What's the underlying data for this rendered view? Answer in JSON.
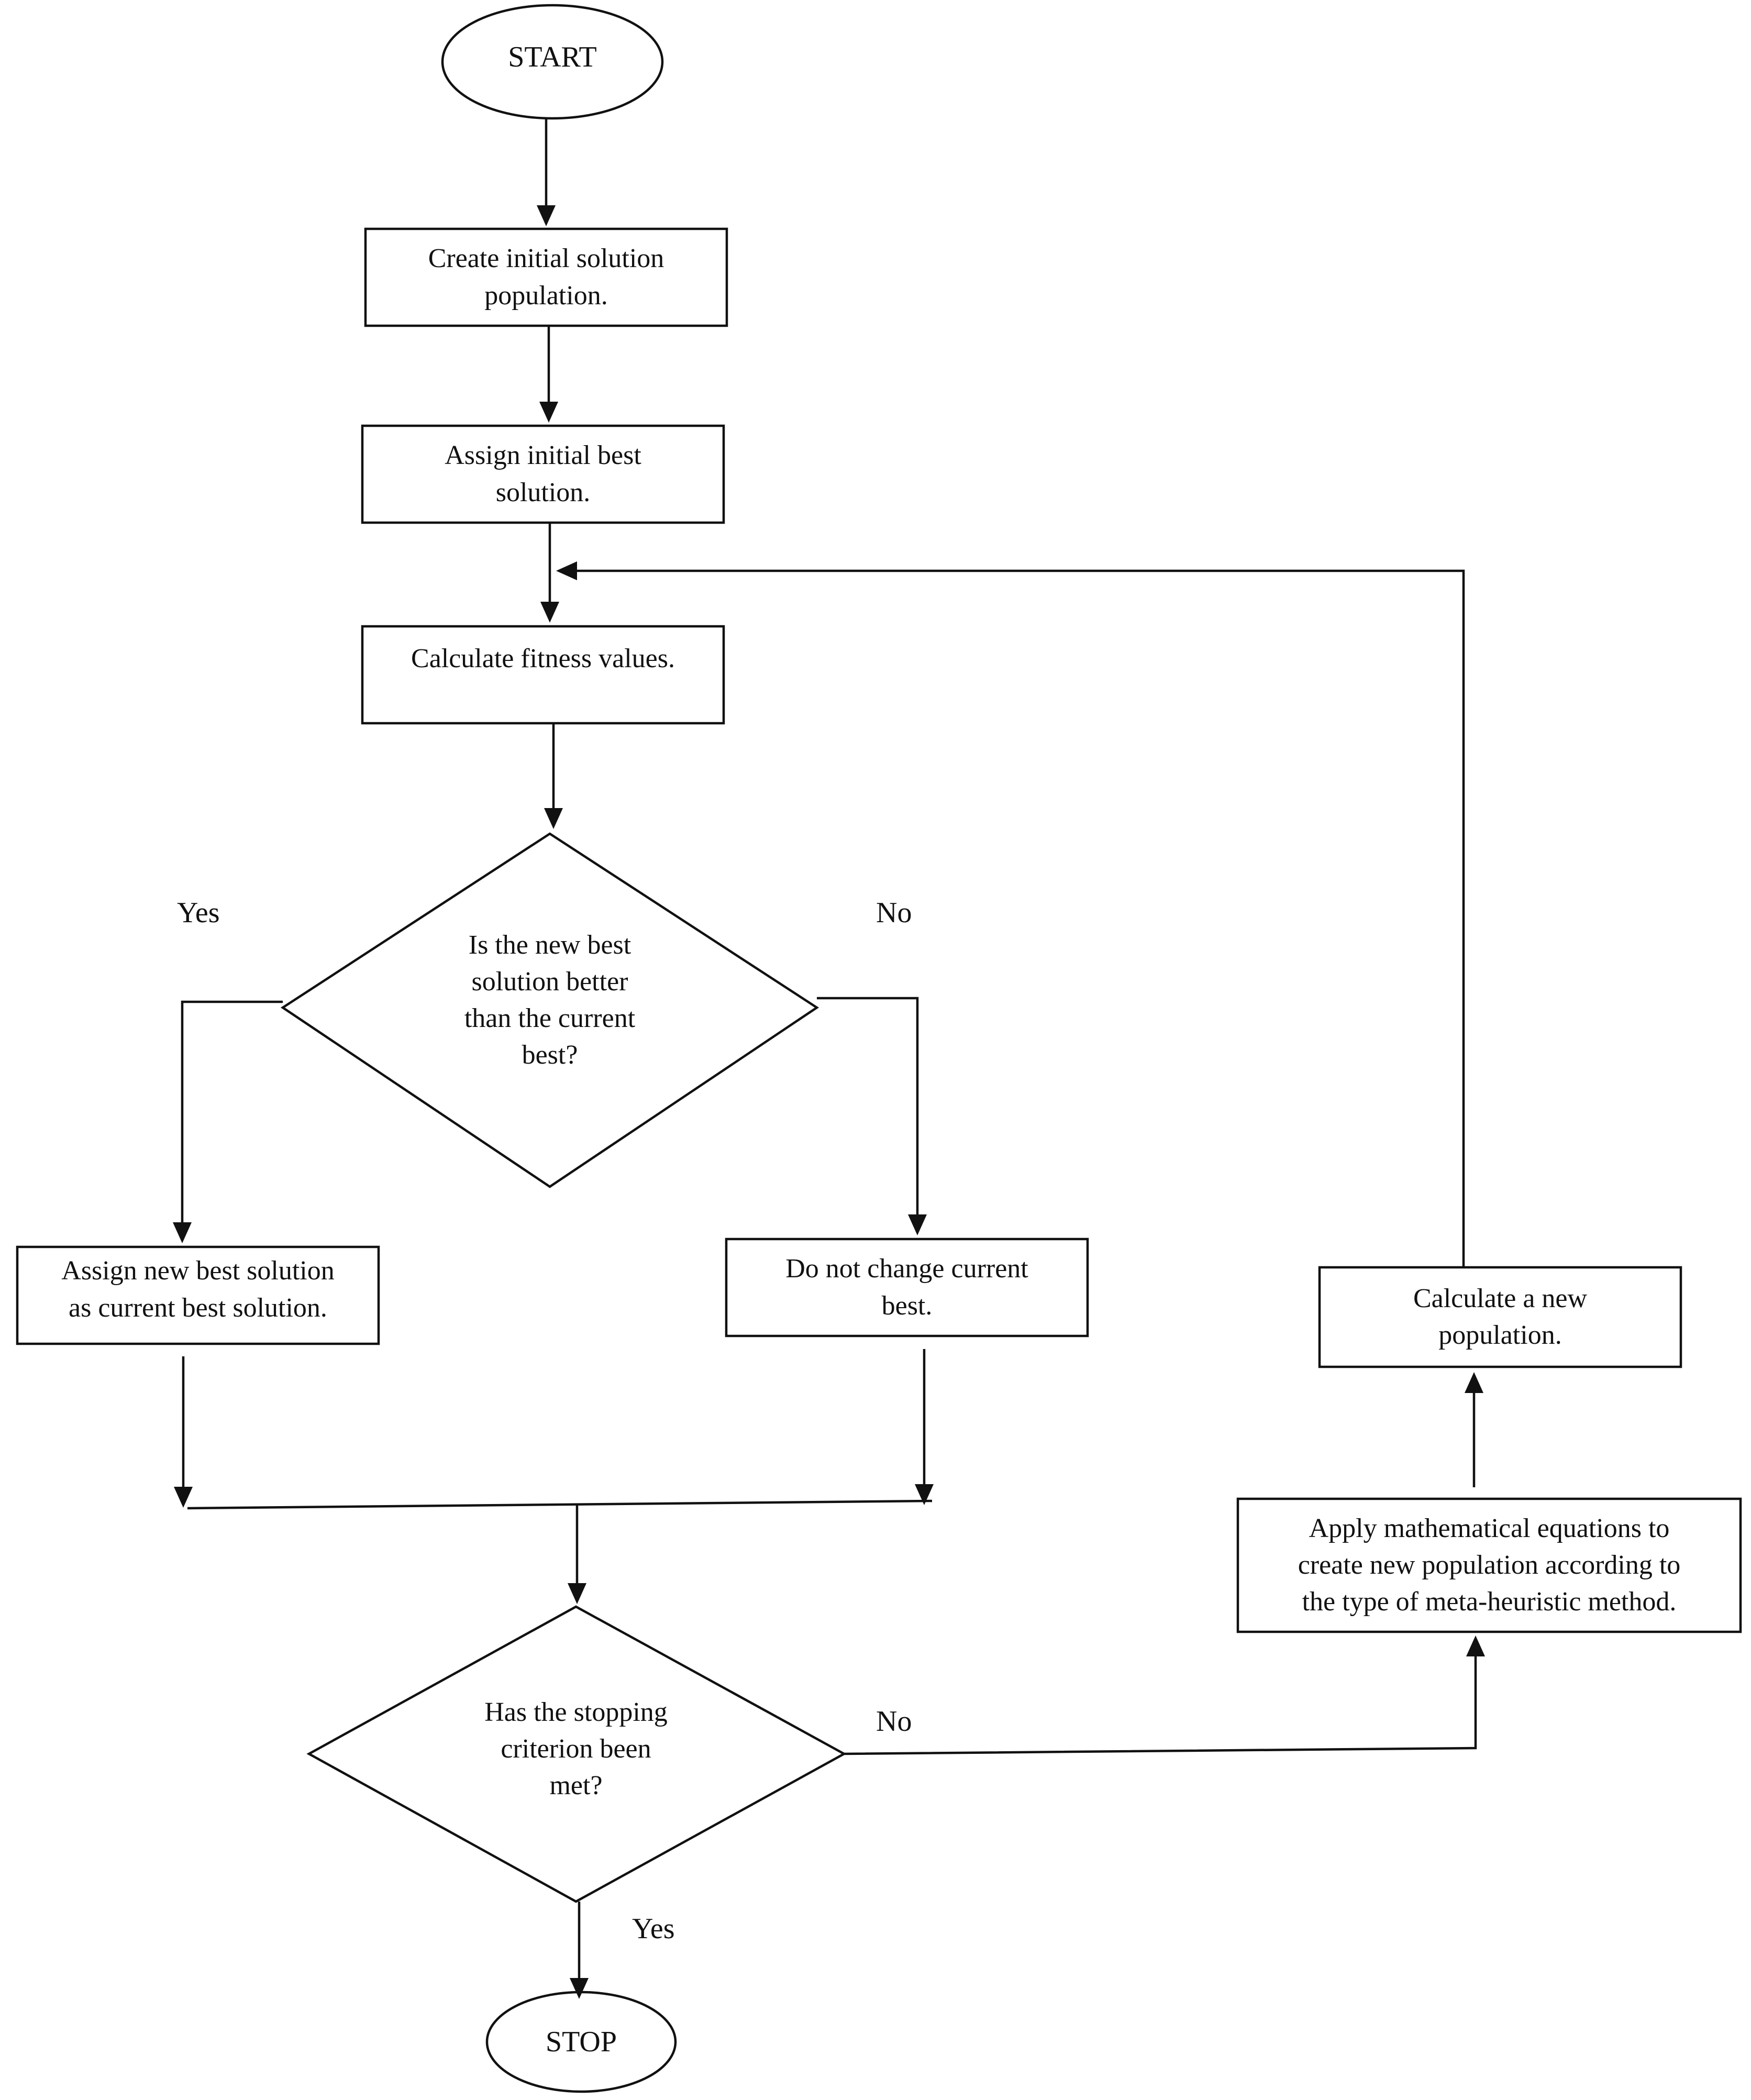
{
  "nodes": {
    "start": "START",
    "create_population": "Create initial solution\npopulation.",
    "assign_initial_best": "Assign initial best\nsolution.",
    "calculate_fitness": "Calculate fitness values.",
    "decision_better": "Is the new best\nsolution better\nthan the current\nbest?",
    "assign_new_best": "Assign new best solution\nas current best solution.",
    "do_not_change": "Do not change current\nbest.",
    "decision_stopping": "Has the stopping\ncriterion been\nmet?",
    "stop": "STOP",
    "apply_equations": "Apply mathematical equations to\ncreate new population according to\nthe type of meta-heuristic method.",
    "calculate_new_population": "Calculate a new\npopulation."
  },
  "edge_labels": {
    "better_yes": "Yes",
    "better_no": "No",
    "stopping_no": "No",
    "stopping_yes": "Yes"
  },
  "colors": {
    "stroke": "#111111",
    "background": "#ffffff"
  }
}
